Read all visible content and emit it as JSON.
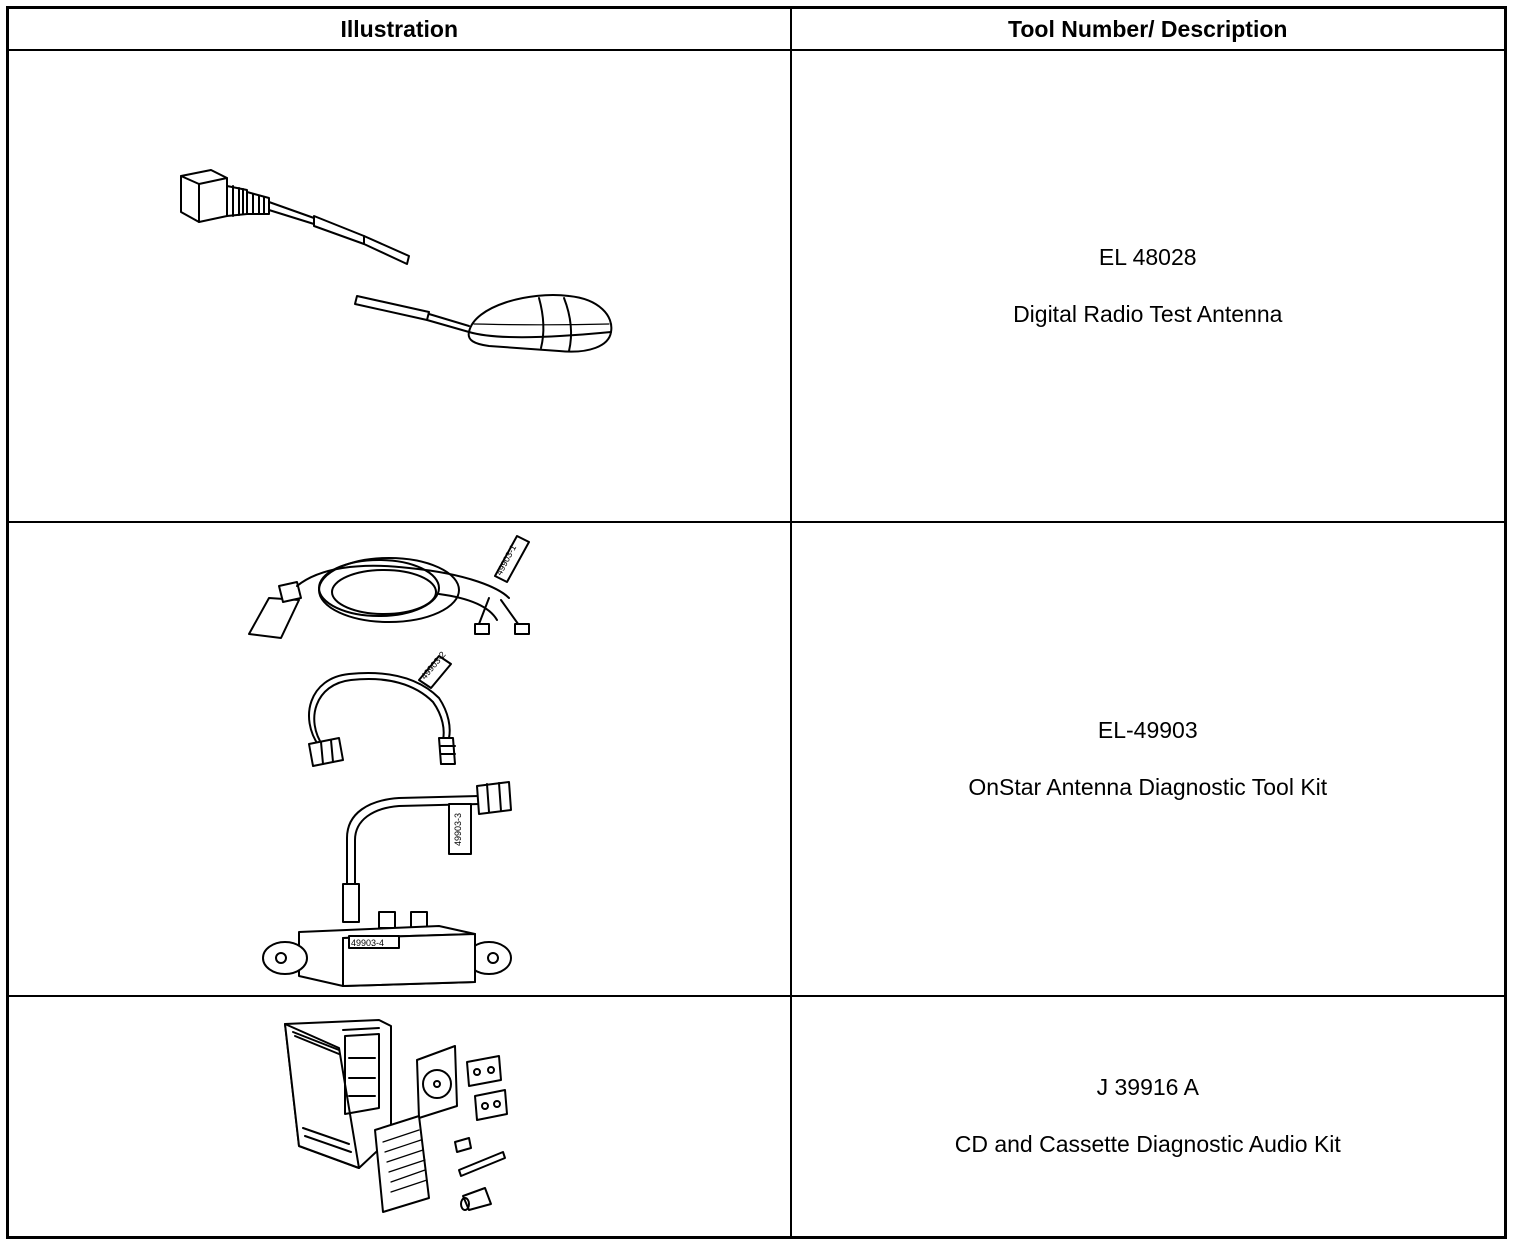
{
  "header": {
    "illustration": "Illustration",
    "tool_description": "Tool Number/ Description"
  },
  "rows": [
    {
      "tool_number": "EL 48028",
      "description": "Digital Radio Test Antenna",
      "illustration_icon": "digital-radio-test-antenna-illustration"
    },
    {
      "tool_number": "EL-49903",
      "description": "OnStar Antenna Diagnostic Tool Kit",
      "illustration_icon": "onstar-antenna-diagnostic-kit-illustration"
    },
    {
      "tool_number": "J 39916 A",
      "description": "CD and Cassette Diagnostic Audio Kit",
      "illustration_icon": "cd-cassette-diagnostic-kit-illustration"
    }
  ],
  "callouts": {
    "adapter_label": "49903-4",
    "cable2_tag": "49903-2",
    "cable3_tag": "49903-3",
    "cable1_tag": "49903-1"
  }
}
